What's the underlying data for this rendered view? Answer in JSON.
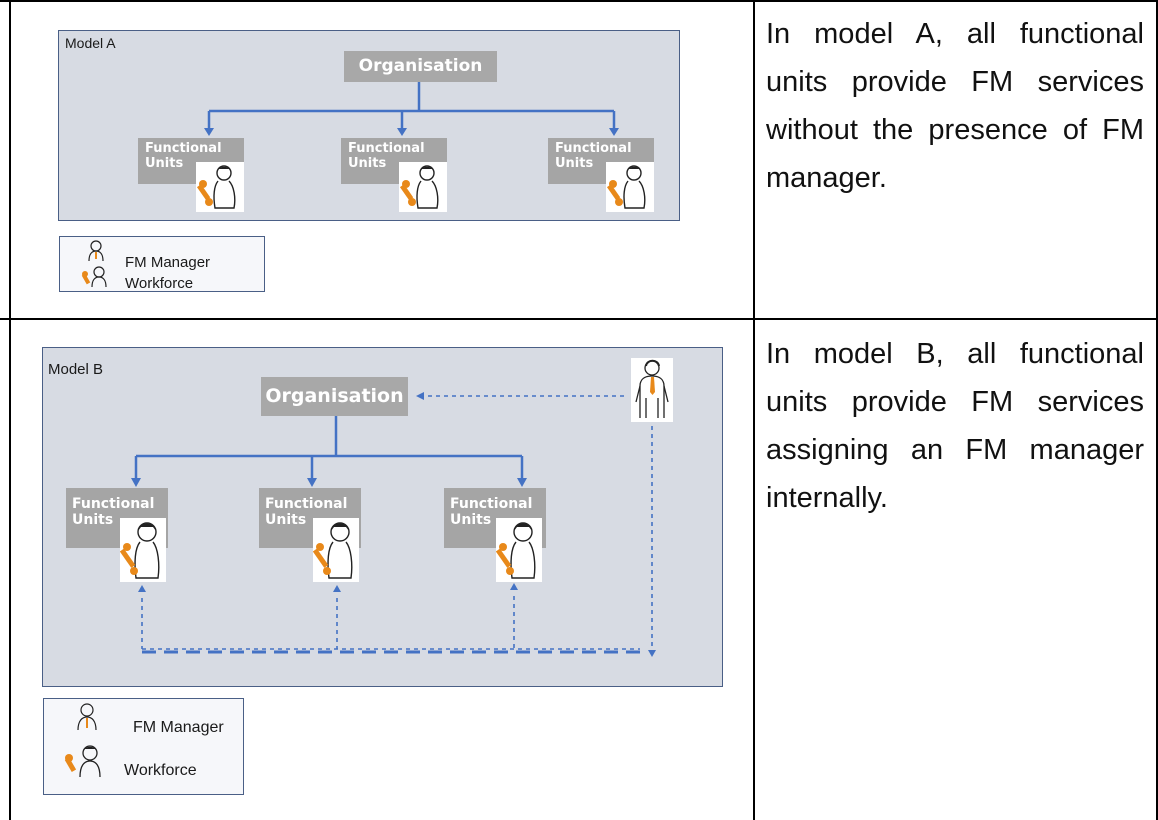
{
  "rows": [
    {
      "model_label": "Model A",
      "organisation": "Organisation",
      "units": [
        {
          "line1": "Functional",
          "line2": "Units"
        },
        {
          "line1": "Functional",
          "line2": "Units"
        },
        {
          "line1": "Functional",
          "line2": "Units"
        }
      ],
      "legend": {
        "manager": "FM Manager",
        "workforce": "Workforce"
      },
      "description": "In model A, all functional units provide FM services without the presence of FM manager."
    },
    {
      "model_label": "Model B",
      "organisation": "Organisation",
      "units": [
        {
          "line1": "Functional",
          "line2": "Units"
        },
        {
          "line1": "Functional",
          "line2": "Units"
        },
        {
          "line1": "Functional",
          "line2": "Units"
        }
      ],
      "legend": {
        "manager": "FM Manager",
        "workforce": "Workforce"
      },
      "description": "In model B, all functional units provide FM services assigning an FM manager internally."
    }
  ],
  "colors": {
    "panel_fill": "#d7dbe3",
    "panel_border": "#4a5f86",
    "connector": "#4472c4",
    "box_fill": "#a5a5a5",
    "tool": "#e8891a"
  },
  "icons": [
    "fm-manager-icon",
    "workforce-icon",
    "wrench-icon"
  ]
}
